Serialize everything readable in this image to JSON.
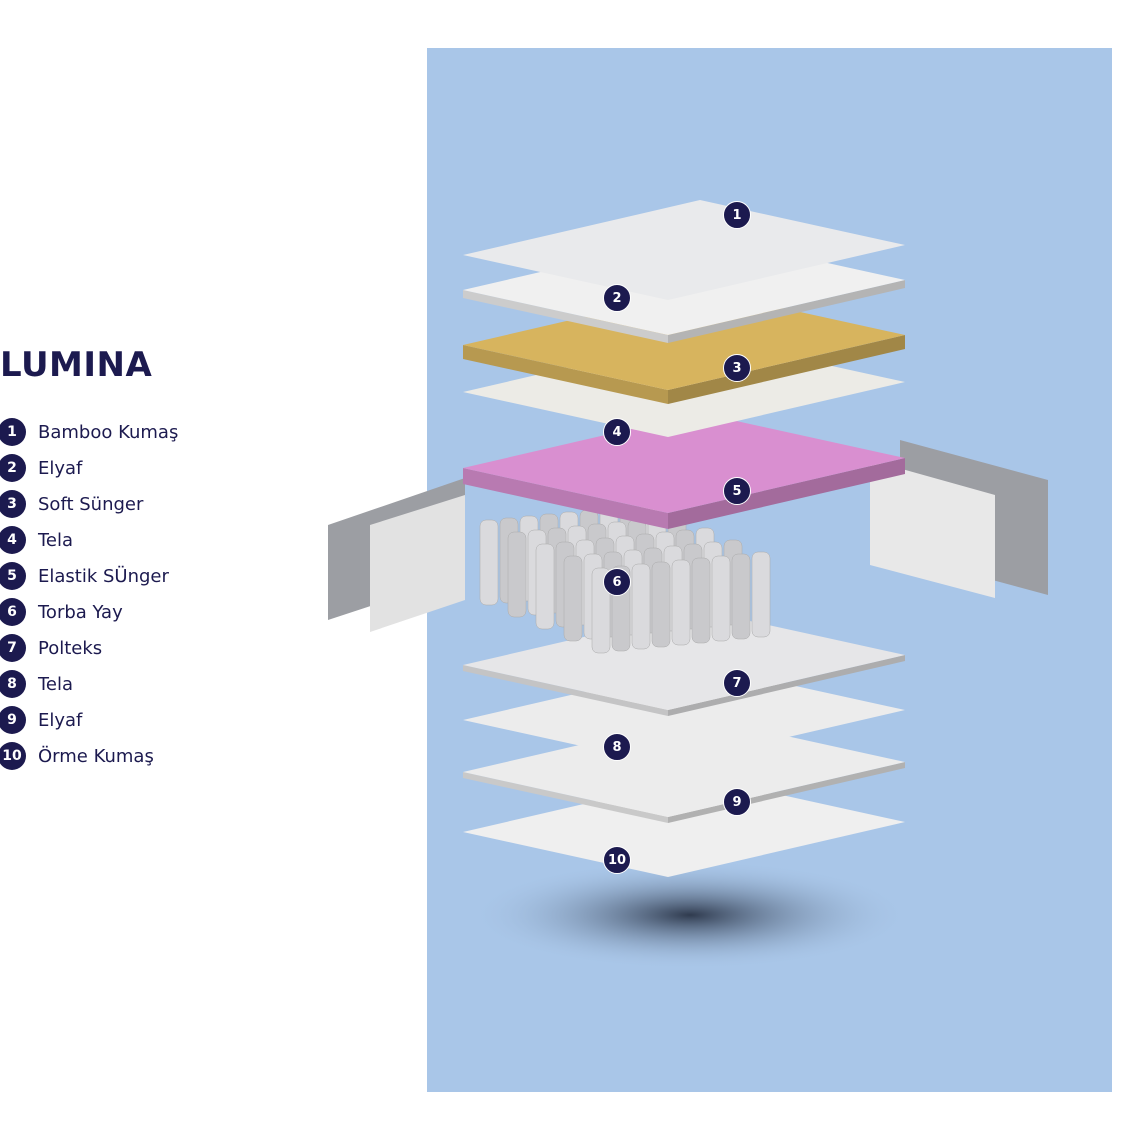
{
  "title": "LUMINA",
  "layers": [
    {
      "num": "1",
      "label": "Bamboo Kumaş",
      "color": "#e9eaec"
    },
    {
      "num": "2",
      "label": "Elyaf",
      "color": "#f0f0f0"
    },
    {
      "num": "3",
      "label": "Soft Sünger",
      "color": "#d7b45e"
    },
    {
      "num": "4",
      "label": "Tela",
      "color": "#ecebe6"
    },
    {
      "num": "5",
      "label": "Elastik SÜnger",
      "color": "#d98fd0"
    },
    {
      "num": "6",
      "label": "Torba Yay",
      "color": "#cfcfd2"
    },
    {
      "num": "7",
      "label": "Polteks",
      "color": "#e6e6e8"
    },
    {
      "num": "8",
      "label": "Tela",
      "color": "#ececec"
    },
    {
      "num": "9",
      "label": "Elyaf",
      "color": "#ececec"
    },
    {
      "num": "10",
      "label": "Örme Kumaş",
      "color": "#efefef"
    }
  ],
  "colors": {
    "background_panel": "#a9c6e8",
    "text": "#1c1a4f"
  }
}
